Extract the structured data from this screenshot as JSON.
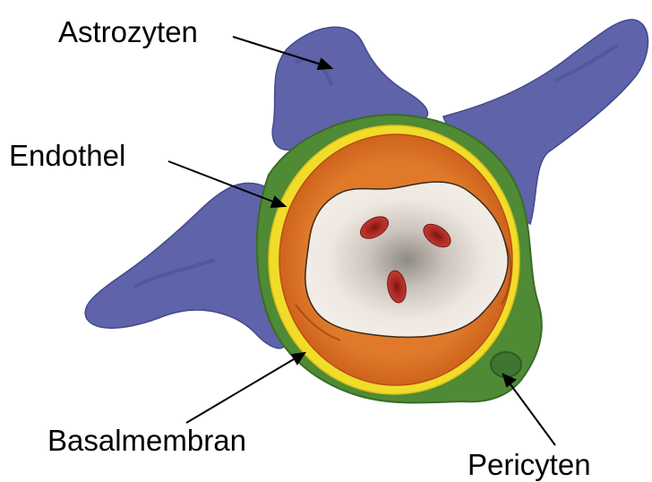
{
  "labels": {
    "astrozyten": "Astrozyten",
    "endothel": "Endothel",
    "basalmembran": "Basalmembran",
    "pericyten": "Pericyten"
  },
  "colors": {
    "astrocyte": "#5e63aa",
    "astrocyte_dark": "#474b8f",
    "pericyte": "#4f8a35",
    "basal_membrane": "#f2dc2a",
    "endothelium": "#d7661c",
    "endothelium_dark": "#b84f12",
    "lumen": "#ebe4dc",
    "lumen_center": "#9e9890",
    "erythrocyte": "#b8312a"
  }
}
